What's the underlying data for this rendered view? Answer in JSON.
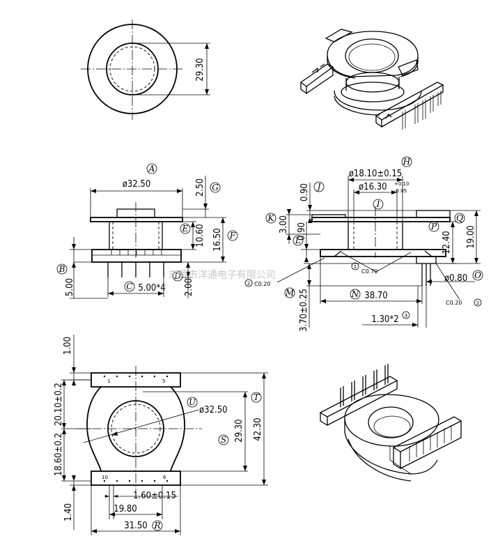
{
  "top_view": {
    "dim_height": "29.30"
  },
  "front_view": {
    "ref_a": "A",
    "dim_dia": "ø32.50",
    "ref_g": "G",
    "dim_g": "2.50",
    "ref_e": "E",
    "dim_e": "10.60",
    "ref_f": "F",
    "dim_f": "16.50",
    "ref_b": "B",
    "dim_b": "5.00",
    "ref_c": "C",
    "dim_c": "5.00*4",
    "ref_d": "D",
    "dim_d": "2.00"
  },
  "side_view": {
    "ref_h": "H",
    "dim_h": "ø18.10±0.15",
    "dim_i_main": "ø16.30",
    "dim_i_plus": "+0.10",
    "dim_i_minus": "-0.05",
    "ref_i": "I",
    "ref_j": "J",
    "dim_j": "0.90",
    "ref_k": "K",
    "dim_k": "3.00",
    "ref_l": "L",
    "dim_l": "0.90",
    "ref_p": "P",
    "dim_p": "12.40",
    "ref_q": "Q",
    "dim_q": "19.00",
    "note1_num": "1",
    "note1": "C0.70",
    "note2_num": "2",
    "note2_left": "C0.20",
    "note2_right": "C0.20",
    "ref_o": "O",
    "dim_o": "ø0.80",
    "ref_m": "M",
    "dim_m": "3.70±0.25",
    "ref_n": "N",
    "dim_n": "38.70",
    "dim_pitch": "1.30*2",
    "note3_num": "3"
  },
  "bottom_view": {
    "dim_top": "1.00",
    "dim_upper": "20.10±0.2",
    "dim_lower": "18.60±0.2",
    "dim_pin": "1.40",
    "ref_u": "U",
    "dim_u": "ø32.50",
    "ref_t": "T",
    "dim_t": "42.30",
    "ref_s": "S",
    "dim_s": "29.30",
    "pin1": "1",
    "pin5": "5",
    "pin10": "10",
    "pin6": "6",
    "dim_pin_w": "1.60±0.15",
    "dim_span": "19.80",
    "ref_r": "R",
    "dim_r": "31.50"
  },
  "watermark": "东莞市洋通电子有限公司"
}
